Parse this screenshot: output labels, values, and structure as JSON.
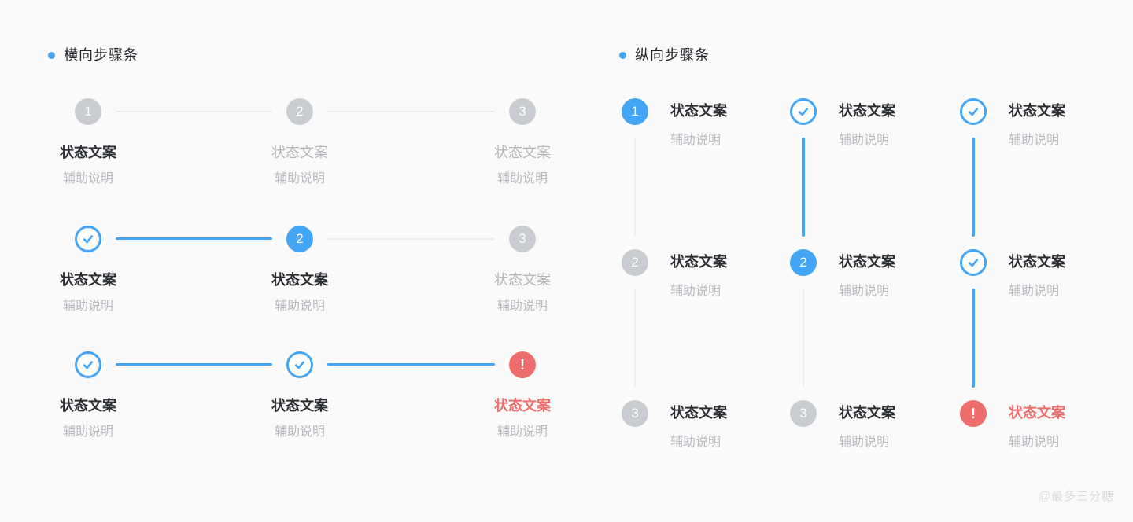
{
  "watermark": "@最多三分糖",
  "colors": {
    "primary_blue": "#42a5f5",
    "error_red": "#ef6c6c",
    "pending_gray": "#c9ccd1",
    "title_dark": "#2b2e33",
    "muted_gray": "#b2b5ba",
    "connector_gray": "#eaecef",
    "background": "#fafafa"
  },
  "horizontal_section": {
    "title": "横向步骤条",
    "rows": [
      {
        "connectors": [
          "gray",
          "gray"
        ],
        "steps": [
          {
            "symbol": "1",
            "state": "current-gray",
            "title": "状态文案",
            "desc": "辅助说明"
          },
          {
            "symbol": "2",
            "state": "pending",
            "title": "状态文案",
            "desc": "辅助说明"
          },
          {
            "symbol": "3",
            "state": "pending",
            "title": "状态文案",
            "desc": "辅助说明"
          }
        ]
      },
      {
        "connectors": [
          "blue",
          "gray"
        ],
        "steps": [
          {
            "symbol": "check",
            "state": "done",
            "title": "状态文案",
            "desc": "辅助说明"
          },
          {
            "symbol": "2",
            "state": "active",
            "title": "状态文案",
            "desc": "辅助说明"
          },
          {
            "symbol": "3",
            "state": "pending",
            "title": "状态文案",
            "desc": "辅助说明"
          }
        ]
      },
      {
        "connectors": [
          "blue",
          "blue"
        ],
        "steps": [
          {
            "symbol": "check",
            "state": "done",
            "title": "状态文案",
            "desc": "辅助说明"
          },
          {
            "symbol": "check",
            "state": "done",
            "title": "状态文案",
            "desc": "辅助说明"
          },
          {
            "symbol": "!",
            "state": "error",
            "title": "状态文案",
            "desc": "辅助说明"
          }
        ]
      }
    ]
  },
  "vertical_section": {
    "title": "纵向步骤条",
    "columns": [
      {
        "connectors": [
          "gray",
          "gray"
        ],
        "steps": [
          {
            "symbol": "1",
            "state": "active",
            "title": "状态文案",
            "desc": "辅助说明"
          },
          {
            "symbol": "2",
            "state": "pending",
            "title": "状态文案",
            "desc": "辅助说明"
          },
          {
            "symbol": "3",
            "state": "pending",
            "title": "状态文案",
            "desc": "辅助说明"
          }
        ]
      },
      {
        "connectors": [
          "blue",
          "gray"
        ],
        "steps": [
          {
            "symbol": "check",
            "state": "done",
            "title": "状态文案",
            "desc": "辅助说明"
          },
          {
            "symbol": "2",
            "state": "active",
            "title": "状态文案",
            "desc": "辅助说明"
          },
          {
            "symbol": "3",
            "state": "pending",
            "title": "状态文案",
            "desc": "辅助说明"
          }
        ]
      },
      {
        "connectors": [
          "blue",
          "blue"
        ],
        "steps": [
          {
            "symbol": "check",
            "state": "done",
            "title": "状态文案",
            "desc": "辅助说明"
          },
          {
            "symbol": "check",
            "state": "done",
            "title": "状态文案",
            "desc": "辅助说明"
          },
          {
            "symbol": "!",
            "state": "error",
            "title": "状态文案",
            "desc": "辅助说明"
          }
        ]
      }
    ]
  }
}
